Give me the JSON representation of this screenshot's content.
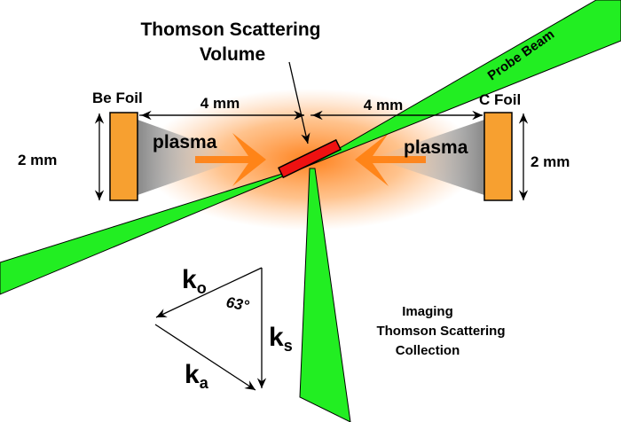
{
  "title": {
    "line1": "Thomson Scattering",
    "line2": "Volume"
  },
  "foils": {
    "left": "Be Foil",
    "right": "C Foil"
  },
  "dimensions": {
    "left_gap": "4 mm",
    "right_gap": "4 mm",
    "left_height": "2 mm",
    "right_height": "2 mm"
  },
  "plasma": {
    "left": "plasma",
    "right": "plasma"
  },
  "probe_beam": "Probe Beam",
  "collection": {
    "line1": "Imaging",
    "line2": "Thomson Scattering",
    "line3": "Collection"
  },
  "vectors": {
    "k0": "k",
    "k0_sub": "o",
    "ks": "k",
    "ks_sub": "s",
    "ka": "k",
    "ka_sub": "a",
    "angle": "63°"
  },
  "colors": {
    "beam": "#22ee22",
    "foil": "#f7a030",
    "volume": "#ee1111",
    "plasma": "#ff8c1a"
  }
}
